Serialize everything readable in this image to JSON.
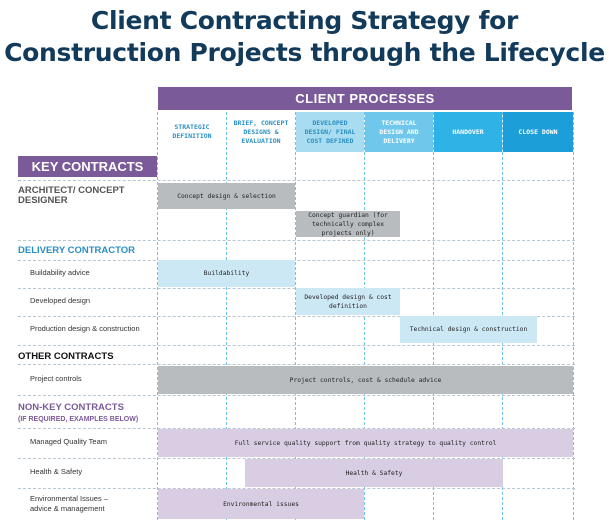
{
  "title": {
    "line1": "Client Contracting Strategy for",
    "line2": "Construction Projects through the Lifecycle"
  },
  "client_processes": {
    "header": "CLIENT  PROCESSES",
    "phases": [
      {
        "label": "STRATEGIC DEFINITION",
        "bg": "#ffffff",
        "fg": "#2a8fc1"
      },
      {
        "label": "BRIEF, CONCEPT DESIGNS & EVALUATION",
        "bg": "#ffffff",
        "fg": "#2a8fc1"
      },
      {
        "label": "DEVELOPED DESIGN/ FINAL COST DEFINED",
        "bg": "#a8dcf1",
        "fg": "#2a8fc1"
      },
      {
        "label": "TECHNICAL DESIGN AND DELIVERY",
        "bg": "#6fc8ec",
        "fg": "#ffffff"
      },
      {
        "label": "HANDOVER",
        "bg": "#2fb2e6",
        "fg": "#ffffff"
      },
      {
        "label": "CLOSE DOWN",
        "bg": "#1c9fd9",
        "fg": "#ffffff"
      }
    ]
  },
  "key_contracts_label": "KEY CONTRACTS",
  "sections": {
    "architect": "ARCHITECT/ CONCEPT DESIGNER",
    "delivery": "DELIVERY CONTRACTOR",
    "other": "OTHER CONTRACTS",
    "nonkey": "NON-KEY CONTRACTS",
    "nonkey_sub": "(IF REQUIRED, EXAMPLES BELOW)"
  },
  "rows": {
    "buildability": "Buildability advice",
    "developed": "Developed design",
    "production": "Production design & construction",
    "project_controls": "Project controls",
    "quality": "Managed Quality Team",
    "health": "Health & Safety",
    "env_line1": "Environmental Issues –",
    "env_line2": "advice & management"
  },
  "bars": {
    "concept_design": "Concept design & selection",
    "concept_guardian": "Concept guardian (for technically complex projects only)",
    "buildability": "Buildability",
    "developed_design": "Developed design & cost definition",
    "technical_design": "Technical design & construction",
    "project_controls": "Project controls, cost & schedule advice",
    "quality": "Full service quality support from quality strategy to quality control",
    "health": "Health & Safety",
    "environmental": "Environmental issues"
  },
  "colors": {
    "purple": "#7b5a9a",
    "navy": "#123a5a",
    "blue": "#2a8fc1",
    "bar_gray": "#b8bcbf",
    "bar_blue": "#cde8f5",
    "bar_purple": "#d9cde3"
  }
}
